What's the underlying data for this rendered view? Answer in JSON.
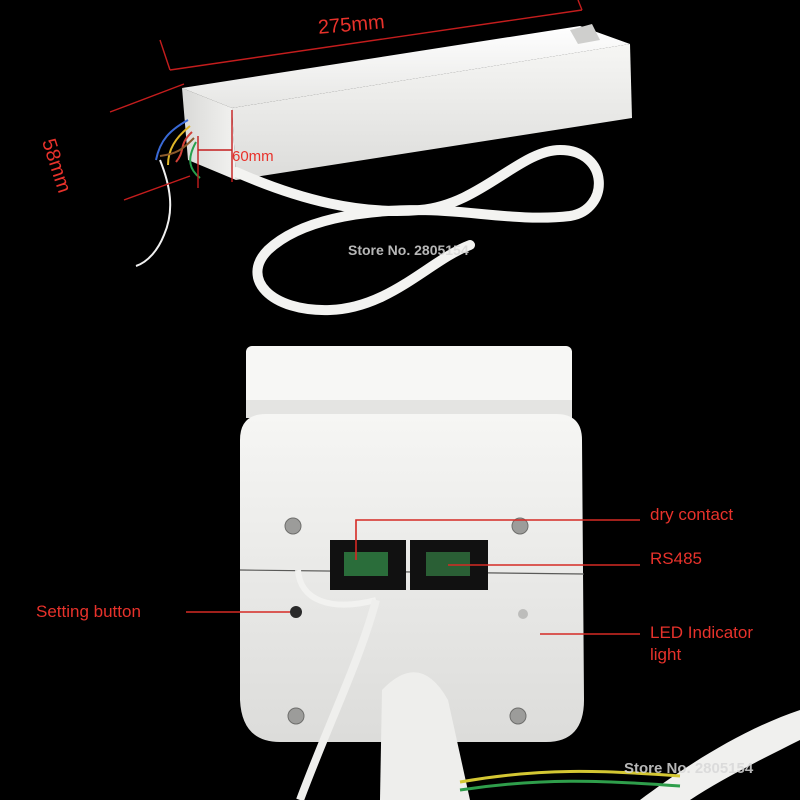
{
  "dimensions": {
    "length": "275mm",
    "height": "58mm",
    "depth": "60mm"
  },
  "watermark": "Store No. 2805154",
  "callouts": {
    "dry_contact": "dry contact",
    "rs485": "RS485",
    "setting_button": "Setting button",
    "led_indicator_line1": "LED Indicator",
    "led_indicator_line2": "light"
  },
  "colors": {
    "background": "#000000",
    "annotation": "#e8322b",
    "housing": "#f4f4f2",
    "watermark": "#d8d8d8"
  },
  "icons": [
    "curtain-motor-unit",
    "rj-port",
    "screw",
    "cable"
  ]
}
